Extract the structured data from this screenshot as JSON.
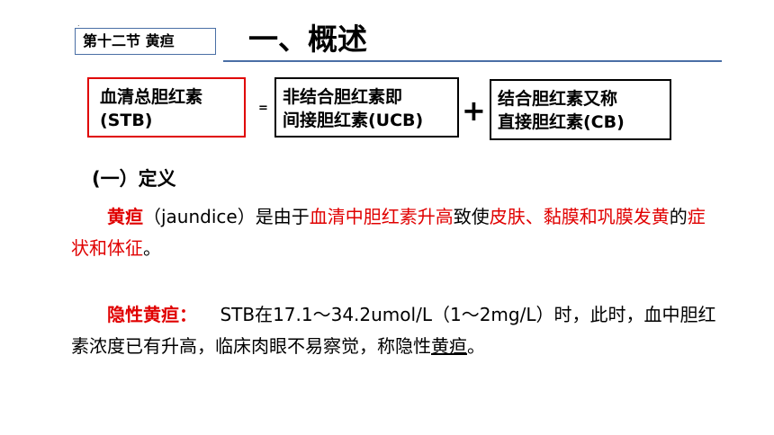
{
  "dot": ".",
  "section_tag": "第十二节 黄疸",
  "title": "一、概述",
  "formula": {
    "stb_line1": "血清总胆红素",
    "stb_line2": "(STB)",
    "equals": "=",
    "ucb_line1": "非结合胆红素即",
    "ucb_line2": "间接胆红素(UCB)",
    "plus": "+",
    "cb_line1": "结合胆红素又称",
    "cb_line2": "直接胆红素(CB)"
  },
  "subheading": "(一）定义",
  "definition": {
    "term": "黄疸",
    "t1": "（jaundice）是由于",
    "r1": "血清中胆红素升高",
    "t2": "致使",
    "r2": "皮肤、黏膜和巩膜发黄",
    "t3": "的",
    "r3": "症状和体征",
    "t4": "。"
  },
  "latent": {
    "term": "隐性黄疸：",
    "t1": "STB在17.1～34.2umol/L（1～2mg/L）时，此时，血中胆红素浓度已有升高，临床肉眼不易察觉，称隐性",
    "underlined": "黄疸",
    "t2": "。"
  },
  "colors": {
    "accent_red": "#e00000",
    "rule_blue": "#4a6fa5"
  }
}
